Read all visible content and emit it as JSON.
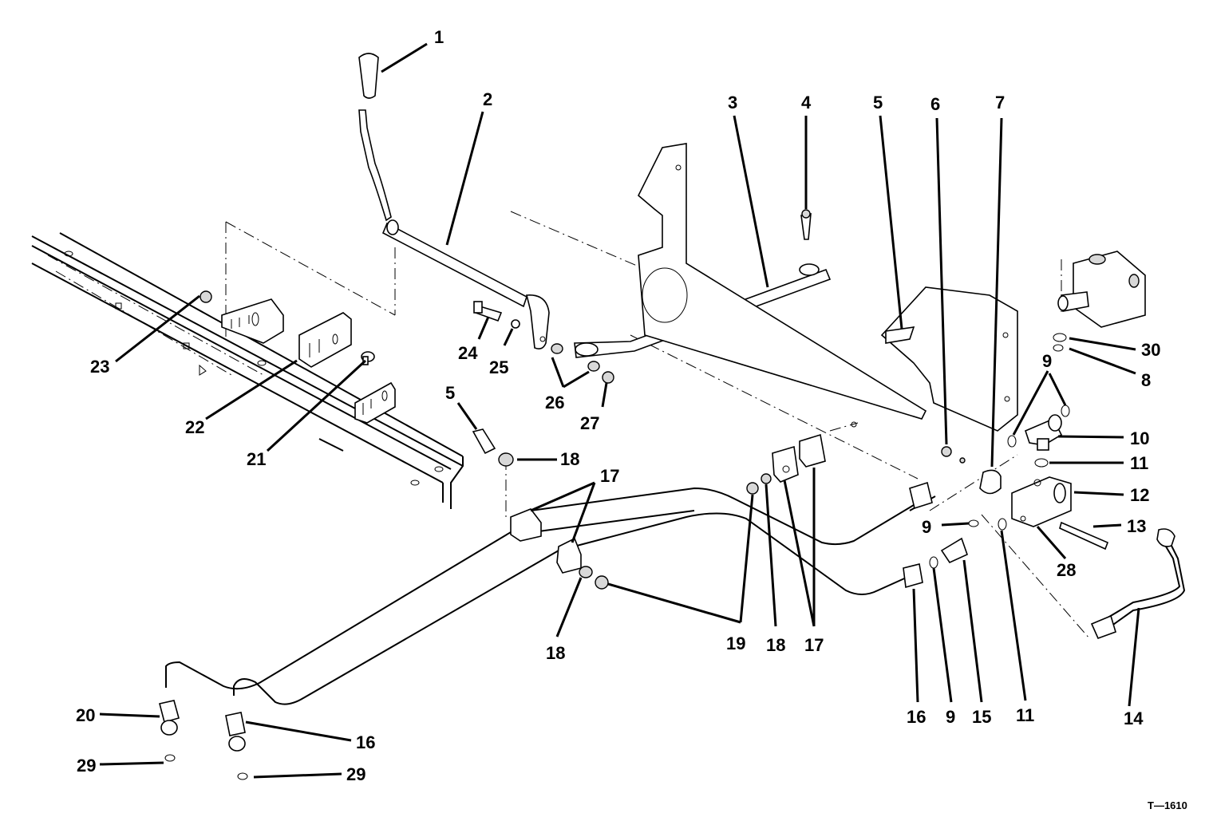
{
  "figure_id": "T—1610",
  "callouts": {
    "c1": "1",
    "c2": "2",
    "c3": "3",
    "c4": "4",
    "c5a": "5",
    "c6": "6",
    "c7": "7",
    "c30": "30",
    "c8": "8",
    "c9a": "9",
    "c10": "10",
    "c11a": "11",
    "c12": "12",
    "c13": "13",
    "c28": "28",
    "c9b": "9",
    "c14": "14",
    "c23": "23",
    "c22": "22",
    "c21": "21",
    "c24": "24",
    "c25": "25",
    "c26": "26",
    "c27": "27",
    "c5b": "5",
    "c18a": "18",
    "c17a": "17",
    "c18b": "18",
    "c19": "19",
    "c18c": "18",
    "c17b": "17",
    "c16a": "16",
    "c9c": "9",
    "c15": "15",
    "c11b": "11",
    "c20": "20",
    "c16b": "16",
    "c29a": "29",
    "c29b": "29"
  }
}
